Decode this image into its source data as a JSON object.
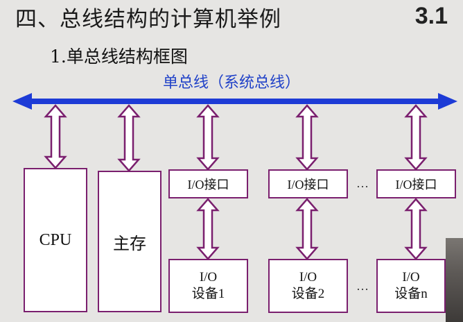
{
  "slide": {
    "title": "四、总线结构的计算机举例",
    "section_number": "3.1",
    "subtitle": "1.单总线结构框图"
  },
  "diagram": {
    "bus_label": "单总线（系统总线）",
    "cpu_label": "CPU",
    "memory_label": "主存",
    "io_interfaces": [
      "I/O接口",
      "I/O接口",
      "I/O接口"
    ],
    "io_devices": [
      {
        "line1": "I/O",
        "line2": "设备1"
      },
      {
        "line1": "I/O",
        "line2": "设备2"
      },
      {
        "line1": "I/O",
        "line2": "设备n"
      }
    ],
    "ellipsis": "…",
    "colors": {
      "bus": "#1d3bd6",
      "connector": "#7a1f6e",
      "background": "#e6e5e3"
    }
  }
}
